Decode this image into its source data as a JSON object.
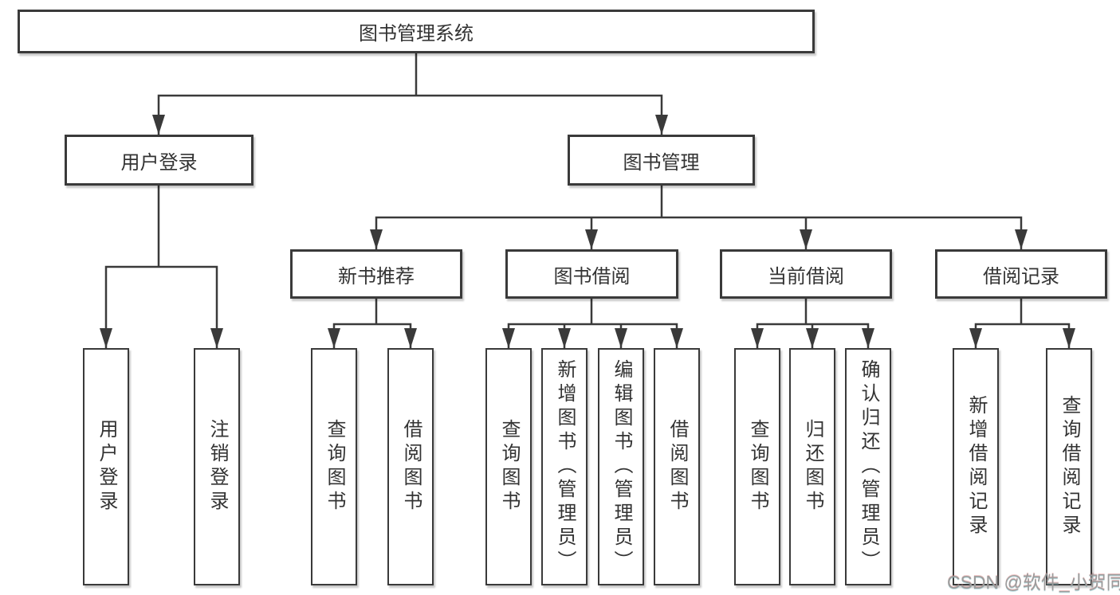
{
  "colors": {
    "background": "#ffffff",
    "line": "#3a3a3a",
    "box_border": "#3a3a3a",
    "text": "#333333",
    "watermark": "#9c9c9c"
  },
  "root": {
    "label": "图书管理系统"
  },
  "branches": [
    {
      "label": "用户登录",
      "children": [
        {
          "label": "用户登录"
        },
        {
          "label": "注销登录"
        }
      ]
    },
    {
      "label": "图书管理",
      "children": [
        {
          "label": "新书推荐",
          "children": [
            {
              "label": "查询图书"
            },
            {
              "label": "借阅图书"
            }
          ]
        },
        {
          "label": "图书借阅",
          "children": [
            {
              "label": "查询图书"
            },
            {
              "label": "新增图书（管理员）"
            },
            {
              "label": "编辑图书（管理员）"
            },
            {
              "label": "借阅图书"
            }
          ]
        },
        {
          "label": "当前借阅",
          "children": [
            {
              "label": "查询图书"
            },
            {
              "label": "归还图书"
            },
            {
              "label": "确认归还（管理员）"
            }
          ]
        },
        {
          "label": "借阅记录",
          "children": [
            {
              "label": "新增借阅记录"
            },
            {
              "label": "查询借阅记录"
            }
          ]
        }
      ]
    }
  ],
  "watermark": "CSDN @软件_小贺同学"
}
